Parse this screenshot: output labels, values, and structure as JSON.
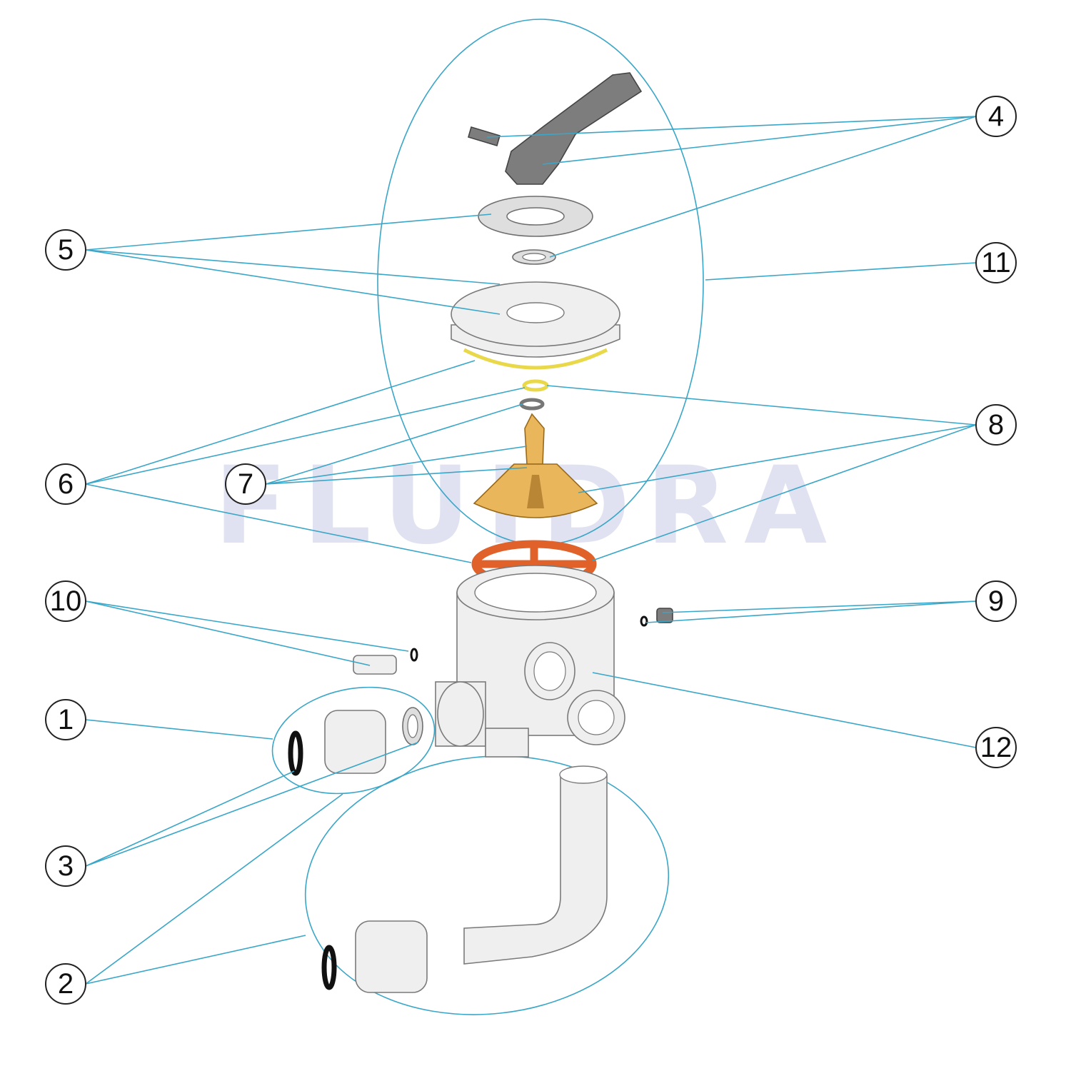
{
  "diagram": {
    "watermark": "FLUIDRA",
    "callouts": [
      {
        "id": "c1",
        "label": "1"
      },
      {
        "id": "c2",
        "label": "2"
      },
      {
        "id": "c3",
        "label": "3"
      },
      {
        "id": "c4",
        "label": "4"
      },
      {
        "id": "c5",
        "label": "5"
      },
      {
        "id": "c6",
        "label": "6"
      },
      {
        "id": "c7",
        "label": "7"
      },
      {
        "id": "c8",
        "label": "8"
      },
      {
        "id": "c9",
        "label": "9"
      },
      {
        "id": "c10",
        "label": "10"
      },
      {
        "id": "c11",
        "label": "11"
      },
      {
        "id": "c12",
        "label": "12"
      }
    ],
    "colors": {
      "leader": "#3aa6c8",
      "gasket_orange": "#e0612a",
      "rotor_gold": "#e9b65c",
      "oring_yellow": "#e8d84a"
    }
  }
}
